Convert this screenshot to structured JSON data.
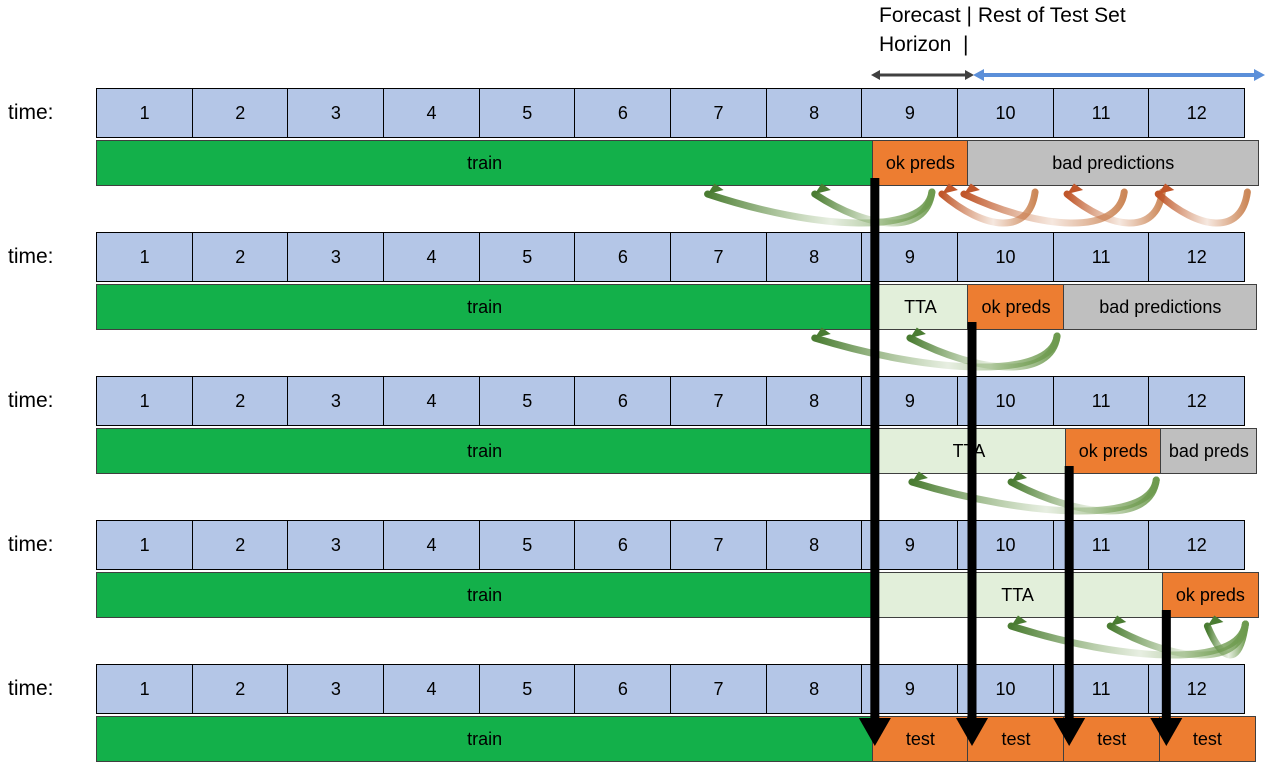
{
  "header": {
    "line1": "Forecast | Rest of Test Set",
    "line2": "Horizon  |",
    "forecast_arrow_color": "#404040",
    "rest_arrow_color": "#5b8fd9"
  },
  "palette": {
    "time_cell": "#b4c6e7",
    "train": "#13b04a",
    "ok_preds": "#ed7d31",
    "bad_preds": "#bfbfbf",
    "tta": "#e2efda",
    "test": "#ed7d31",
    "green_arrow": "#4a7c32",
    "orange_arrow": "#c0562a",
    "black_arrow": "#000000"
  },
  "time_label": "time:",
  "time_ticks": [
    "1",
    "2",
    "3",
    "4",
    "5",
    "6",
    "7",
    "8",
    "9",
    "10",
    "11",
    "12"
  ],
  "rows": [
    {
      "id": "row-1",
      "time_label": "time:",
      "ticks": [
        "1",
        "2",
        "3",
        "4",
        "5",
        "6",
        "7",
        "8",
        "9",
        "10",
        "11",
        "12"
      ],
      "segments": [
        {
          "kind": "train",
          "label": "train",
          "span": 8
        },
        {
          "kind": "ok",
          "label": "ok preds",
          "span": 1
        },
        {
          "kind": "bad",
          "label": "bad predictions",
          "span": 3
        }
      ]
    },
    {
      "id": "row-2",
      "time_label": "time:",
      "ticks": [
        "1",
        "2",
        "3",
        "4",
        "5",
        "6",
        "7",
        "8",
        "9",
        "10",
        "11",
        "12"
      ],
      "segments": [
        {
          "kind": "train",
          "label": "train",
          "span": 8
        },
        {
          "kind": "tta",
          "label": "TTA",
          "span": 1
        },
        {
          "kind": "ok",
          "label": "ok preds",
          "span": 1
        },
        {
          "kind": "bad",
          "label": "bad predictions",
          "span": 2
        }
      ]
    },
    {
      "id": "row-3",
      "time_label": "time:",
      "ticks": [
        "1",
        "2",
        "3",
        "4",
        "5",
        "6",
        "7",
        "8",
        "9",
        "10",
        "11",
        "12"
      ],
      "segments": [
        {
          "kind": "train",
          "label": "train",
          "span": 8
        },
        {
          "kind": "tta",
          "label": "TTA",
          "span": 2
        },
        {
          "kind": "ok",
          "label": "ok preds",
          "span": 1
        },
        {
          "kind": "bad",
          "label": "bad preds",
          "span": 1
        }
      ]
    },
    {
      "id": "row-4",
      "time_label": "time:",
      "ticks": [
        "1",
        "2",
        "3",
        "4",
        "5",
        "6",
        "7",
        "8",
        "9",
        "10",
        "11",
        "12"
      ],
      "segments": [
        {
          "kind": "train",
          "label": "train",
          "span": 8
        },
        {
          "kind": "tta",
          "label": "TTA",
          "span": 3
        },
        {
          "kind": "ok",
          "label": "ok preds",
          "span": 1
        }
      ]
    },
    {
      "id": "row-5",
      "time_label": "time:",
      "ticks": [
        "1",
        "2",
        "3",
        "4",
        "5",
        "6",
        "7",
        "8",
        "9",
        "10",
        "11",
        "12"
      ],
      "segments": [
        {
          "kind": "train",
          "label": "train",
          "span": 8
        },
        {
          "kind": "test",
          "label": "test",
          "span": 1
        },
        {
          "kind": "test",
          "label": "test",
          "span": 1
        },
        {
          "kind": "test",
          "label": "test",
          "span": 1
        },
        {
          "kind": "test",
          "label": "test",
          "span": 1
        }
      ]
    }
  ],
  "feedback_arrows": {
    "gap_1": {
      "green_count": 2,
      "orange_count": 3
    },
    "gap_2": {
      "green_count": 2,
      "orange_count": 0
    },
    "gap_3": {
      "green_count": 2,
      "orange_count": 0
    },
    "gap_4": {
      "green_count": 3,
      "orange_count": 0
    }
  },
  "vertical_arrows": [
    {
      "name": "carry-down-t9",
      "from_row": 1,
      "to_row": 5,
      "time_index": 9
    },
    {
      "name": "carry-down-t10",
      "from_row": 2,
      "to_row": 5,
      "time_index": 10
    },
    {
      "name": "carry-down-t11",
      "from_row": 3,
      "to_row": 5,
      "time_index": 11
    },
    {
      "name": "carry-down-t12",
      "from_row": 4,
      "to_row": 5,
      "time_index": 12
    }
  ]
}
